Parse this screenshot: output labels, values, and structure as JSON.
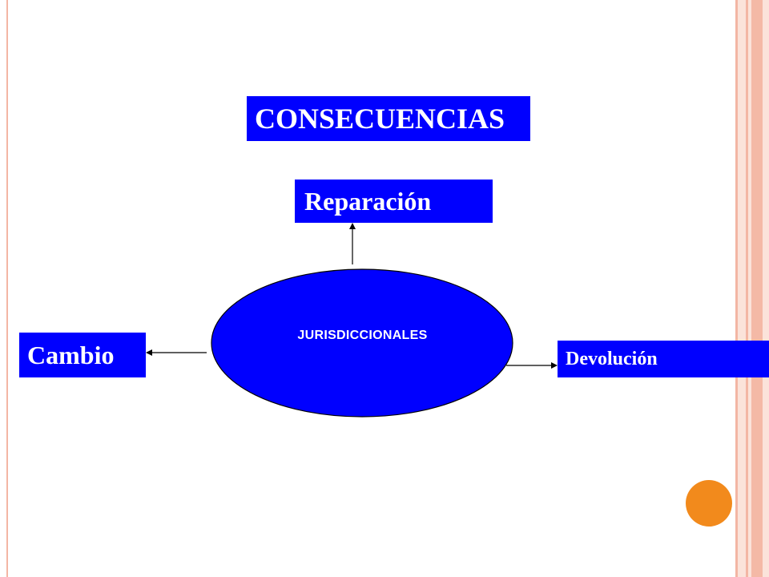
{
  "diagram": {
    "title": "CONSECUENCIAS",
    "center_label": "JURISDICCIONALES",
    "nodes": {
      "top": "Reparación",
      "left": "Cambio",
      "right": "Devolución"
    }
  },
  "colors": {
    "box_fill": "#0000ff",
    "ellipse_fill": "#0000ff",
    "text": "#ffffff",
    "accent_dot": "#f28a1c",
    "border_stripe": "#f3b6a4"
  }
}
